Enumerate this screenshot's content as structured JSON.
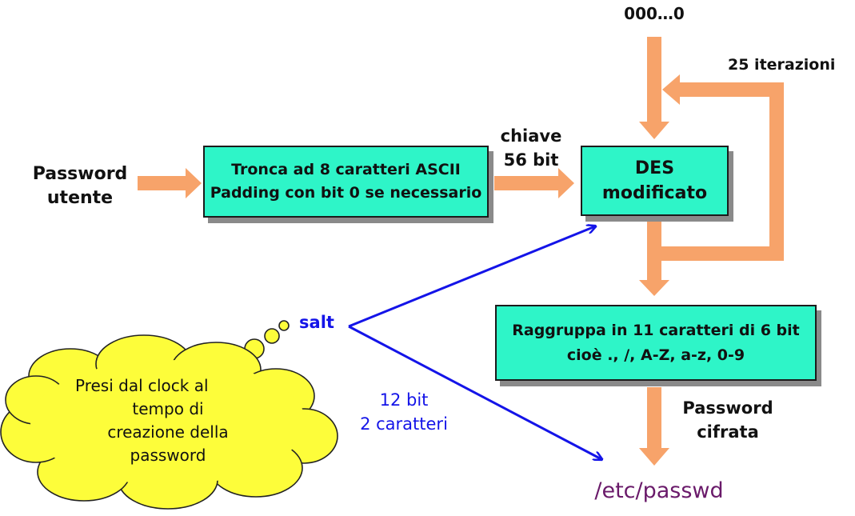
{
  "labels": {
    "zeros": "000…0",
    "iterations": "25 iterazioni",
    "password_line1": "Password",
    "password_line2": "utente",
    "key_line1": "chiave",
    "key_line2": "56 bit",
    "salt": "salt",
    "salt_bits_line1": "12 bit",
    "salt_bits_line2": "2 caratteri",
    "encrypted_line1": "Password",
    "encrypted_line2": "cifrata",
    "output_file": "/etc/passwd"
  },
  "boxes": {
    "truncate": {
      "line1": "Tronca ad 8 caratteri ASCII",
      "line2": "Padding con bit 0 se necessario"
    },
    "des": {
      "line1": "DES",
      "line2": "modificato"
    },
    "group": {
      "line1": "Raggruppa in 11 caratteri di 6 bit",
      "line2": "cioè ., /, A-Z, a-z, 0-9"
    }
  },
  "cloud": {
    "line1": "Presi dal clock al",
    "line2": "tempo di",
    "line3": "creazione della",
    "line4": "password"
  },
  "colors": {
    "box_fill": "#2ef5c8",
    "arrow_orange": "#f7a36a",
    "salt_blue": "#1414e8",
    "cloud_yellow": "#fdfd3a",
    "passwd_purple": "#6a1a6a"
  }
}
